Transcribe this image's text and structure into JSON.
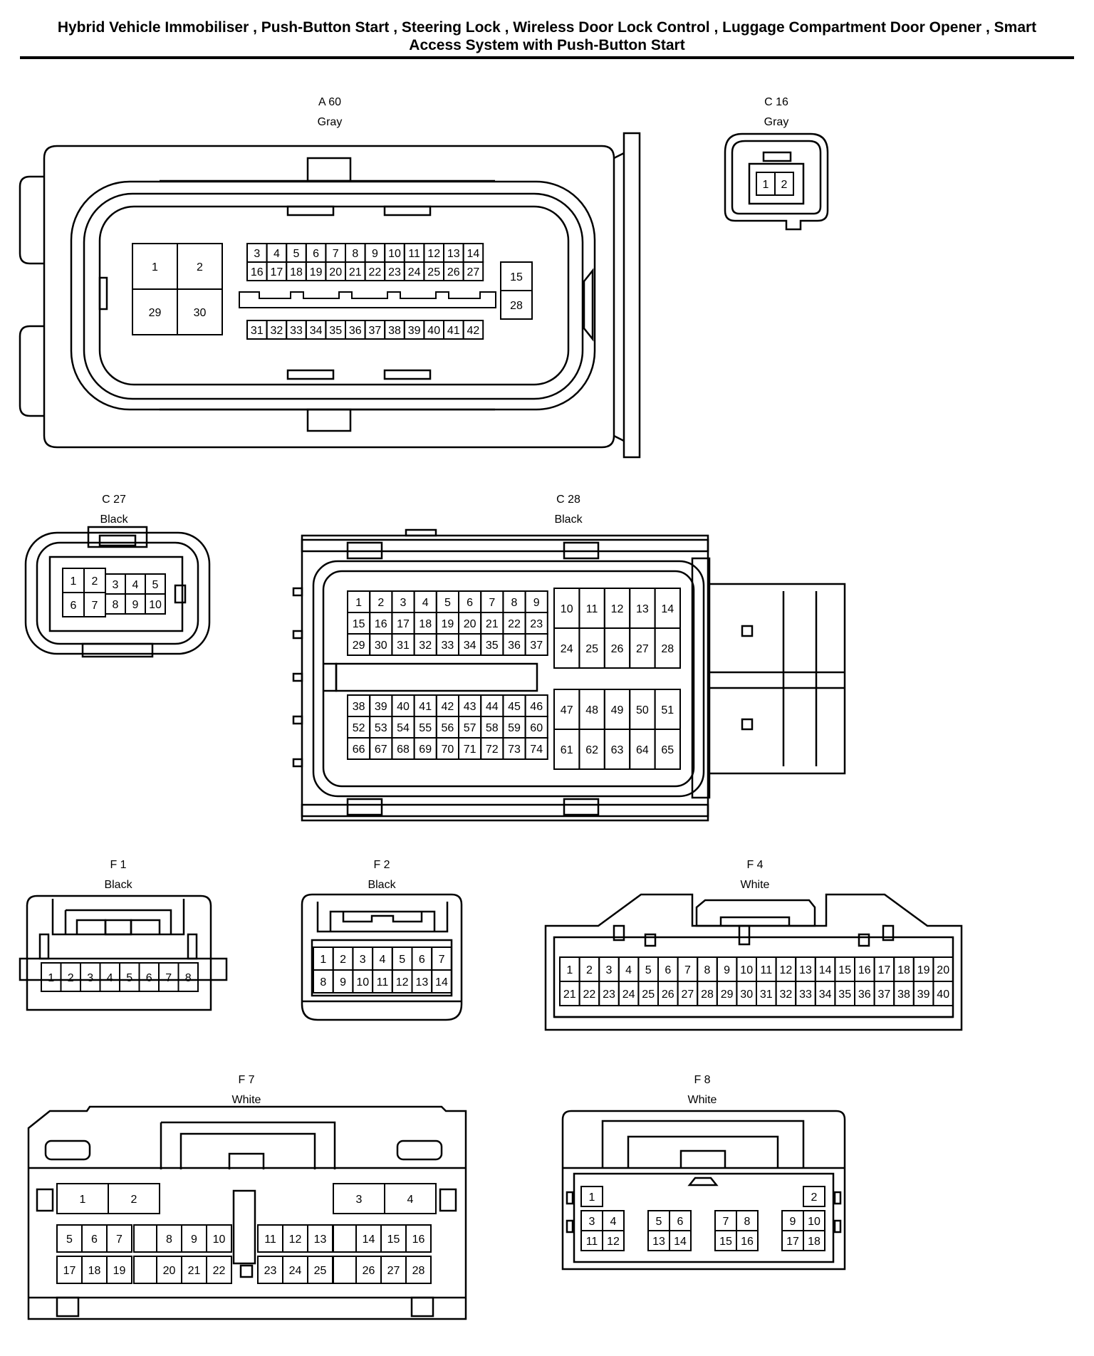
{
  "title": {
    "line1": "Hybrid Vehicle Immobiliser , Push-Button Start , Steering Lock , Wireless Door Lock Control , Luggage Compartment Door Opener , Smart",
    "line2": "Access System with Push-Button Start"
  },
  "connectors": {
    "a60": {
      "id": "A 60",
      "color": "Gray"
    },
    "c16": {
      "id": "C 16",
      "color": "Gray"
    },
    "c27": {
      "id": "C 27",
      "color": "Black"
    },
    "c28": {
      "id": "C 28",
      "color": "Black"
    },
    "f1": {
      "id": "F 1",
      "color": "Black"
    },
    "f2": {
      "id": "F 2",
      "color": "Black"
    },
    "f4": {
      "id": "F 4",
      "color": "White"
    },
    "f7": {
      "id": "F 7",
      "color": "White"
    },
    "f8": {
      "id": "F 8",
      "color": "White"
    }
  }
}
